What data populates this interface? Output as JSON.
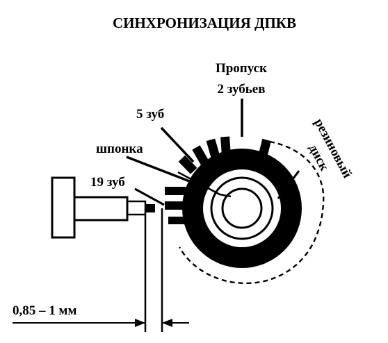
{
  "title": "СИНХРОНИЗАЦИЯ  ДПКВ",
  "labels": {
    "gap_line1": "Пропуск",
    "gap_line2": "2 зубьев",
    "tooth5": "5 зуб",
    "key": "шпонка",
    "tooth19": "19 зуб",
    "rubber_line1": "резиновый",
    "rubber_line2": "диск",
    "clearance": "0,85 – 1 мм"
  },
  "colors": {
    "ink": "#000000",
    "paper": "#ffffff"
  }
}
